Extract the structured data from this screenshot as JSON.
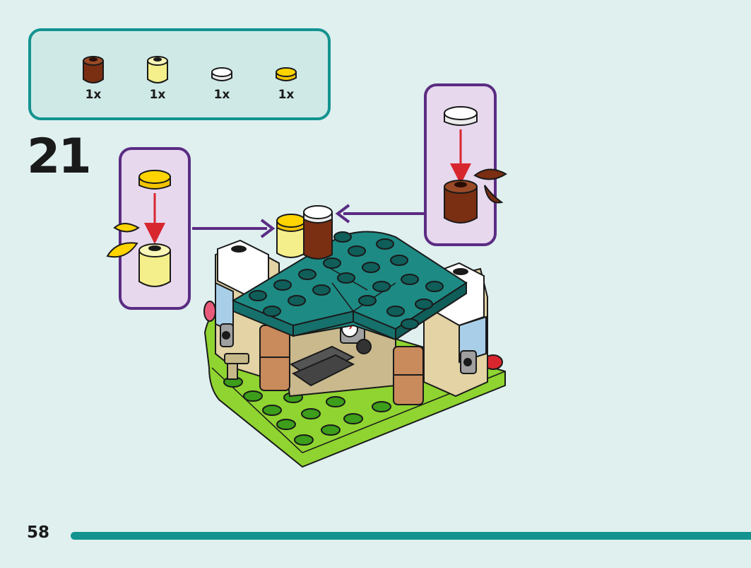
{
  "step": {
    "number": "21"
  },
  "parts_list": [
    {
      "name": "brown-round-brick-1x1",
      "color": "#7a2e12",
      "quantity": "1x"
    },
    {
      "name": "trans-yellow-round-brick-1x1",
      "color": "#f4ef8a",
      "quantity": "1x"
    },
    {
      "name": "white-round-tile-1x1",
      "color": "#ffffff",
      "quantity": "1x"
    },
    {
      "name": "yellow-round-tile-1x1",
      "color": "#ffd400",
      "quantity": "1x"
    }
  ],
  "page": {
    "number": "58"
  },
  "colors": {
    "background": "#dff0ef",
    "accent_teal": "#13938f",
    "callout_border": "#5b2c83",
    "callout_fill": "#e7d8ee",
    "arrow_red": "#d8262e"
  }
}
